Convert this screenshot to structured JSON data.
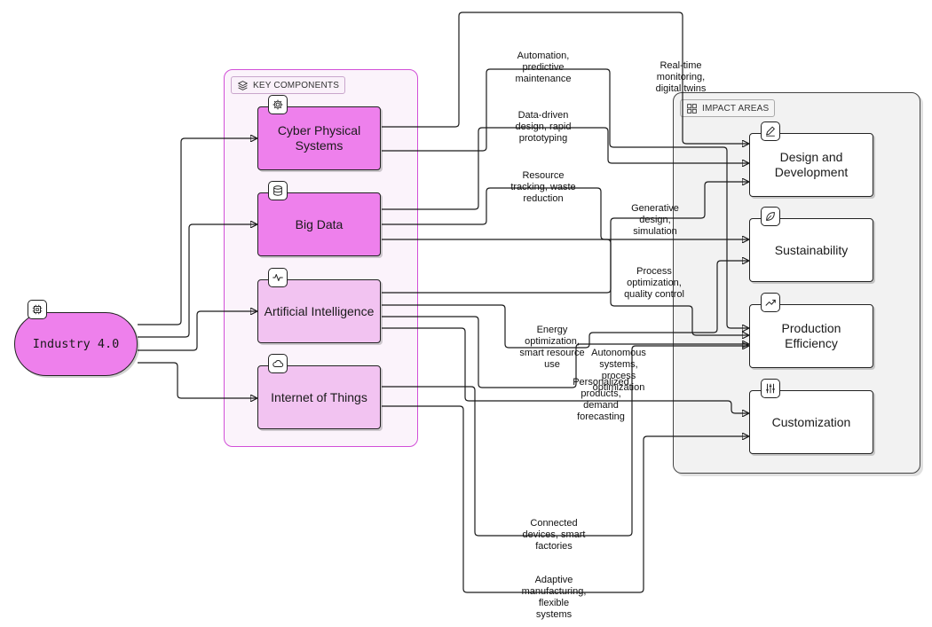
{
  "groups": {
    "key_components": "KEY COMPONENTS",
    "impact_areas": "IMPACT AREAS"
  },
  "nodes": {
    "industry": "Industry 4.0",
    "cps": "Cyber Physical Systems",
    "big_data": "Big Data",
    "ai": "Artificial Intelligence",
    "iot": "Internet of Things",
    "design": "Design and Development",
    "sustainability": "Sustainability",
    "production": "Production Efficiency",
    "customization": "Customization"
  },
  "edge_labels": [
    "Automation, predictive maintenance",
    "Real-time monitoring, digital twins",
    "Data-driven design, rapid prototyping",
    "Resource tracking, waste reduction",
    "Generative design, simulation",
    "Process optimization, quality control",
    "Energy optimization, smart resource use",
    "Autonomous systems, process optimization",
    "Personalized products, demand forecasting",
    "Connected devices, smart factories",
    "Adaptive manufacturing, flexible systems"
  ],
  "icons": {
    "industry": "cpu-chip-icon",
    "cps": "gear-icon",
    "big_data": "database-icon",
    "ai": "activity-pulse-icon",
    "iot": "cloud-icon",
    "design": "edit-pencil-icon",
    "sustainability": "leaf-icon",
    "production": "trending-up-icon",
    "customization": "sliders-icon",
    "key_components": "layers-icon",
    "impact_areas": "grid-icon"
  },
  "colors": {
    "component_primary": "#ee80ec",
    "component_secondary": "#f2c3f1",
    "key_group_border": "#d24fd8",
    "impact_group_background": "#f2f2f2"
  }
}
